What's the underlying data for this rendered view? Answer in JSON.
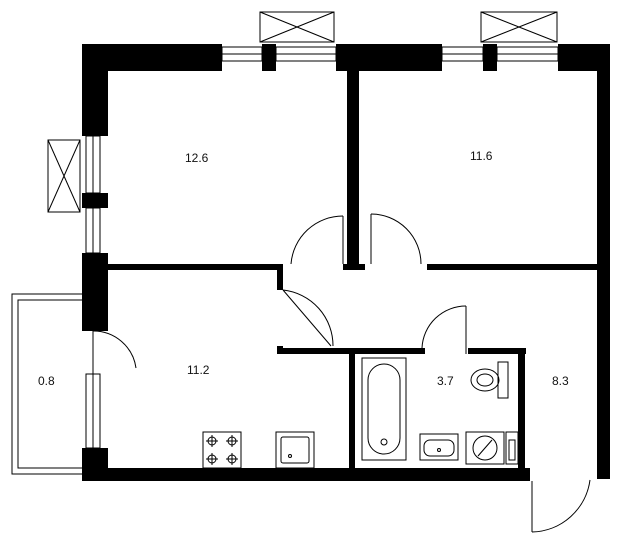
{
  "floorplan": {
    "rooms": [
      {
        "id": "room-bedroom-1",
        "area": "12.6"
      },
      {
        "id": "room-bedroom-2",
        "area": "11.6"
      },
      {
        "id": "room-kitchen-living",
        "area": "11.2"
      },
      {
        "id": "room-balcony",
        "area": "0.8"
      },
      {
        "id": "room-bathroom",
        "area": "3.7"
      },
      {
        "id": "room-hallway",
        "area": "8.3"
      }
    ],
    "colors": {
      "wall": "#000000",
      "background": "#ffffff",
      "text": "#111111"
    }
  }
}
